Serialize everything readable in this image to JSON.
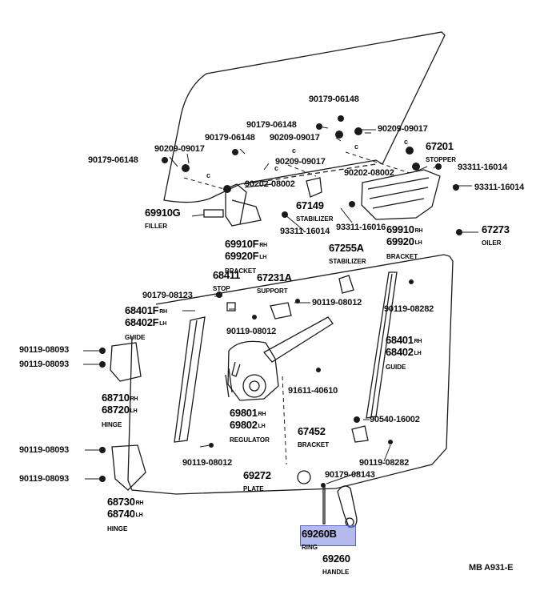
{
  "diagram_code": "MB A931-E",
  "highlight": {
    "label": "69260B",
    "caption": "RING",
    "color": "#7a82dc"
  },
  "parts": {
    "p90179_06148_a": "90179-06148",
    "p90179_06148_b": "90179-06148",
    "p90179_06148_c": "90179-06148",
    "p90179_06148_d": "90179-06148",
    "p90209_09017_a": "90209-09017",
    "p90209_09017_b": "90209-09017",
    "p90209_09017_c": "90209-09017",
    "p90209_09017_d": "90209-09017",
    "p90202_08002_a": "90202-08002",
    "p90202_08002_b": "90202-08002",
    "p93311_16014_a": "93311-16014",
    "p93311_16014_b": "93311-16014",
    "p93311_16014_c": "93311-16014",
    "p93311_16016": "93311-16016",
    "p90179_08123": "90179-08123",
    "p90119_08012_a": "90119-08012",
    "p90119_08012_b": "90119-08012",
    "p90119_08012_c": "90119-08012",
    "p90119_08282_a": "90119-08282",
    "p90119_08282_b": "90119-08282",
    "p90119_08093_a": "90119-08093",
    "p90119_08093_b": "90119-08093",
    "p90119_08093_c": "90119-08093",
    "p90119_08093_d": "90119-08093",
    "p91611_40610": "91611-40610",
    "p90540_16002": "90540-16002",
    "p90179_08143": "90179-08143"
  },
  "groups": {
    "g67201": {
      "num": "67201",
      "cap": "STOPPER"
    },
    "g67149": {
      "num": "67149",
      "cap": "STABILIZER"
    },
    "g69910g": {
      "num": "69910G",
      "cap": "FILLER"
    },
    "g69910f": {
      "num1": "69910F",
      "sfx1": "RH",
      "num2": "69920F",
      "sfx2": "LH",
      "cap": "BRACKET"
    },
    "g69910": {
      "num1": "69910",
      "sfx1": "RH",
      "num2": "69920",
      "sfx2": "LH",
      "cap": "BRACKET"
    },
    "g67273": {
      "num": "67273",
      "cap": "OILER"
    },
    "g67255a": {
      "num": "67255A",
      "cap": "STABILIZER"
    },
    "g68411": {
      "num": "68411",
      "cap": "STOP"
    },
    "g67231a": {
      "num": "67231A",
      "cap": "SUPPORT"
    },
    "g68401f": {
      "num1": "68401F",
      "sfx1": "RH",
      "num2": "68402F",
      "sfx2": "LH",
      "cap": "GUIDE"
    },
    "g68401": {
      "num1": "68401",
      "sfx1": "RH",
      "num2": "68402",
      "sfx2": "LH",
      "cap": "GUIDE"
    },
    "g68710": {
      "num1": "68710",
      "sfx1": "RH",
      "num2": "68720",
      "sfx2": "LH",
      "cap": "HINGE"
    },
    "g69801": {
      "num1": "69801",
      "sfx1": "RH",
      "num2": "69802",
      "sfx2": "LH",
      "cap": "REGULATOR"
    },
    "g67452": {
      "num": "67452",
      "cap": "BRACKET"
    },
    "g69272": {
      "num": "69272",
      "cap": "PLATE"
    },
    "g68730": {
      "num1": "68730",
      "sfx1": "RH",
      "num2": "68740",
      "sfx2": "LH",
      "cap": "HINGE"
    },
    "g69260": {
      "num": "69260",
      "cap": "HANDLE"
    }
  }
}
